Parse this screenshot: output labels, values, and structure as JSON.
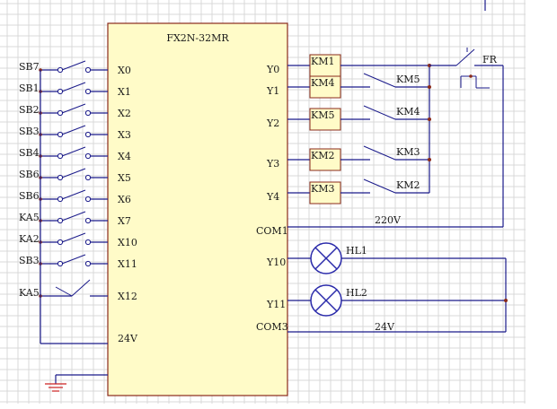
{
  "plc": {
    "model": "FX2N-32MR",
    "supply_label": "24V"
  },
  "inputs": [
    {
      "device": "SB7",
      "terminal": "X0"
    },
    {
      "device": "SB1",
      "terminal": "X1"
    },
    {
      "device": "SB2",
      "terminal": "X2"
    },
    {
      "device": "SB3",
      "terminal": "X3"
    },
    {
      "device": "SB4",
      "terminal": "X4"
    },
    {
      "device": "SB6",
      "terminal": "X5"
    },
    {
      "device": "SB6",
      "terminal": "X6"
    },
    {
      "device": "KA5",
      "terminal": "X7"
    },
    {
      "device": "KA2",
      "terminal": "X10"
    },
    {
      "device": "SB3",
      "terminal": "X11"
    },
    {
      "device": "KA5",
      "terminal": "X12"
    }
  ],
  "outputs": [
    {
      "terminal": "Y0",
      "coil": "KM1",
      "interlock": ""
    },
    {
      "terminal": "Y1",
      "coil": "KM4",
      "interlock": "KM5"
    },
    {
      "terminal": "Y2",
      "coil": "KM5",
      "interlock": "KM4"
    },
    {
      "terminal": "Y3",
      "coil": "KM2",
      "interlock": "KM3"
    },
    {
      "terminal": "Y4",
      "coil": "KM3",
      "interlock": "KM2"
    }
  ],
  "common1": {
    "terminal": "COM1",
    "voltage": "220V"
  },
  "lamps": [
    {
      "terminal": "Y10",
      "label": "HL1"
    },
    {
      "terminal": "Y11",
      "label": "HL2"
    }
  ],
  "common3": {
    "terminal": "COM3",
    "voltage": "24V"
  },
  "overload": {
    "label": "FR"
  },
  "colors": {
    "grid": "#d8d8d8",
    "wire": "#1a1a8a",
    "plc_fill": "#fffbc8",
    "plc_border": "#8a2a1a",
    "coil_fill": "#fffbc8",
    "coil_border": "#8a2a1a",
    "lamp": "#2a2aaa",
    "ground": "#cc2222"
  }
}
